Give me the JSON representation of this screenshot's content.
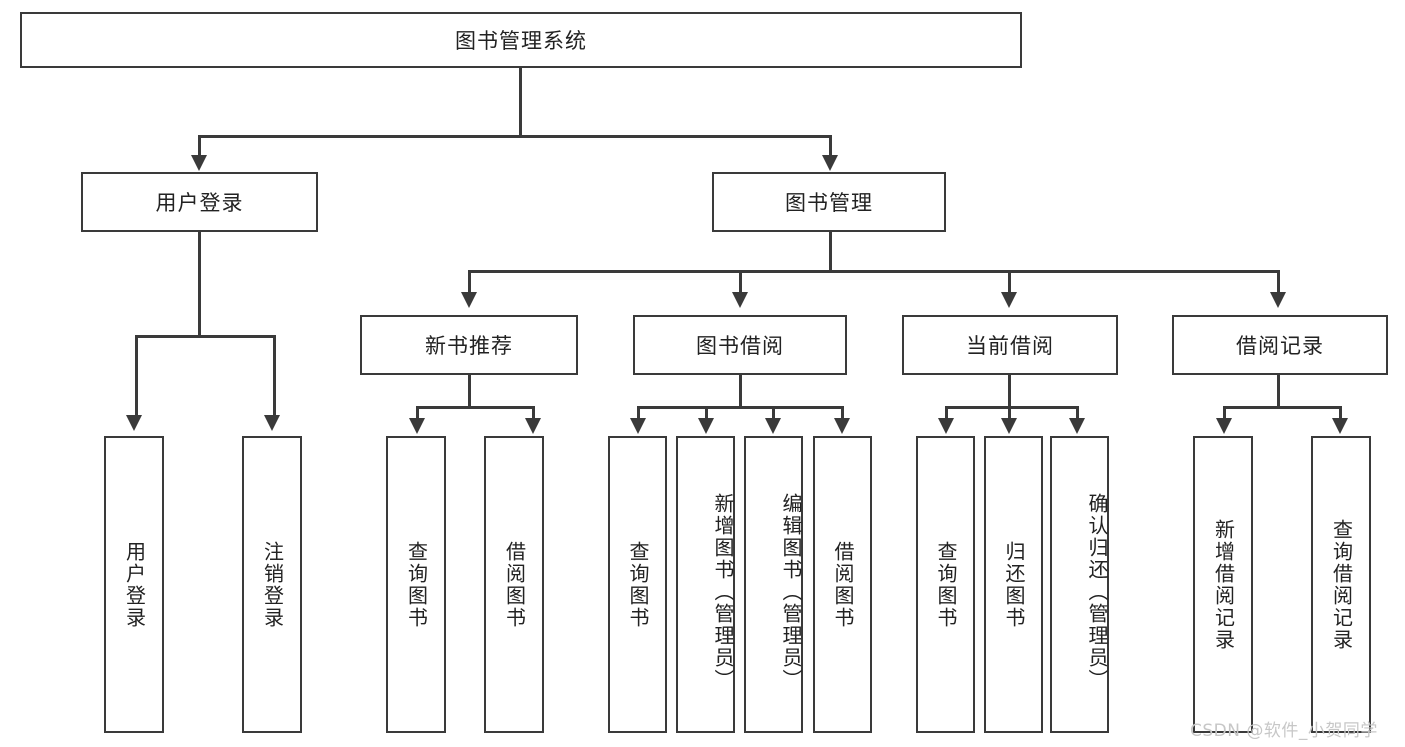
{
  "diagram": {
    "type": "tree-hierarchy",
    "title": "图书管理系统",
    "root": {
      "label": "图书管理系统"
    },
    "level2": [
      {
        "label": "用户登录"
      },
      {
        "label": "图书管理"
      }
    ],
    "level3": [
      {
        "label": "新书推荐"
      },
      {
        "label": "图书借阅"
      },
      {
        "label": "当前借阅"
      },
      {
        "label": "借阅记录"
      }
    ],
    "leaves": {
      "user_login": [
        {
          "label": "用户登录"
        },
        {
          "label": "注销登录"
        }
      ],
      "new_book_recommend": [
        {
          "label": "查询图书"
        },
        {
          "label": "借阅图书"
        }
      ],
      "book_borrow": [
        {
          "label": "查询图书"
        },
        {
          "label": "新增图书（管理员）"
        },
        {
          "label": "编辑图书（管理员）"
        },
        {
          "label": "借阅图书"
        }
      ],
      "current_borrow": [
        {
          "label": "查询图书"
        },
        {
          "label": "归还图书"
        },
        {
          "label": "确认归还（管理员）"
        }
      ],
      "borrow_record": [
        {
          "label": "新增借阅记录"
        },
        {
          "label": "查询借阅记录"
        }
      ]
    }
  },
  "watermark": {
    "text": "CSDN @软件_小贺同学"
  },
  "colors": {
    "line": "#3a3a3a",
    "background": "#ffffff",
    "text": "#222222",
    "watermark": "#c7c7c7"
  }
}
